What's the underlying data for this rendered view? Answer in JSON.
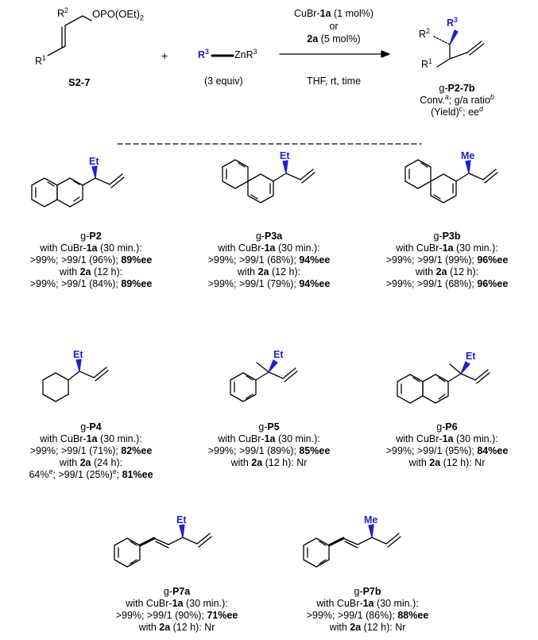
{
  "scheme": {
    "substrate": {
      "r2": "R",
      "r2_sup": "2",
      "group": "OPO(OEt)",
      "group_sub": "2",
      "r1": "R",
      "r1_sup": "1",
      "label": "S2-7"
    },
    "plus": "+",
    "reagent": {
      "r3": "R",
      "r3_sup": "3",
      "zn": "ZnR",
      "zn_sup": "3",
      "equiv": "(3 equiv)"
    },
    "conditions": {
      "cat_a_pre": "CuBr-",
      "cat_a_bold": "1a",
      "cat_a_post": " (1 mol%)",
      "or": "or",
      "cat_b_bold": "2a",
      "cat_b_post": " (5 mol%)",
      "solvent": "THF, rt, time"
    },
    "product": {
      "r2": "R",
      "r2_sup": "2",
      "r3": "R",
      "r3_sup": "3",
      "r1": "R",
      "r1_sup": "1",
      "label_pre": "g-",
      "label_bold": "P2-7b",
      "line2_a": "Conv.",
      "line2_a_sup": "a",
      "line2_b": "; g/a ratio",
      "line2_b_sup": "b",
      "line3_a": "(Yield)",
      "line3_a_sup": "c",
      "line3_b": "; ee",
      "line3_b_sup": "d"
    },
    "colors": {
      "blue": "#1f22c8",
      "black": "#000000"
    }
  },
  "entries": [
    {
      "group_label": "Et",
      "pre": "g-",
      "label": "P2",
      "l1a": "with CuBr-",
      "l1b": "1a",
      "l1c": " (30 min.):",
      "l2a": ">99%; >99/1 (96%); ",
      "l2b": "89%ee",
      "l3a": "with ",
      "l3b": "2a",
      "l3c": " (12 h):",
      "l4a": ">99%; >99/1 (84%); ",
      "l4b": "89%ee"
    },
    {
      "group_label": "Et",
      "pre": "g-",
      "label": "P3a",
      "l1a": "with CuBr-",
      "l1b": "1a",
      "l1c": " (30 min.):",
      "l2a": ">99%; >99/1 (68%); ",
      "l2b": "94%ee",
      "l3a": "with ",
      "l3b": "2a",
      "l3c": " (12 h):",
      "l4a": ">99%; >99/1 (79%); ",
      "l4b": "94%ee"
    },
    {
      "group_label": "Me",
      "pre": "g-",
      "label": "P3b",
      "l1a": "with CuBr-",
      "l1b": "1a",
      "l1c": " (30 min.):",
      "l2a": ">99%; >99/1 (99%); ",
      "l2b": "96%ee",
      "l3a": "with ",
      "l3b": "2a",
      "l3c": " (12 h):",
      "l4a": ">99%; >99/1 (68%); ",
      "l4b": "96%ee"
    },
    {
      "group_label": "Et",
      "pre": "g-",
      "label": "P4",
      "l1a": "with CuBr-",
      "l1b": "1a",
      "l1c": " (30 min.):",
      "l2a": ">99%; >99/1 (71%); ",
      "l2b": "82%ee",
      "l3a": "with ",
      "l3b": "2a",
      "l3c": " (24 h):",
      "l4a": "64%",
      "l4a_sup": "e",
      "l4m": "; >99/1 (25%)",
      "l4m_sup": "e",
      "l4m2": "; ",
      "l4b": "81%ee"
    },
    {
      "group_label": "Et",
      "pre": "g-",
      "label": "P5",
      "l1a": "with CuBr-",
      "l1b": "1a",
      "l1c": " (30 min.):",
      "l2a": ">99%; >99/1 (89%); ",
      "l2b": "85%ee",
      "l3a": "with ",
      "l3b": "2a",
      "l3c": " (12 h): Nr"
    },
    {
      "group_label": "Et",
      "pre": "g-",
      "label": "P6",
      "l1a": "with CuBr-",
      "l1b": "1a",
      "l1c": " (30 min.):",
      "l2a": ">99%; >99/1 (95%); ",
      "l2b": "84%ee",
      "l3a": "with ",
      "l3b": "2a",
      "l3c": " (12 h): Nr"
    },
    {
      "group_label": "Et",
      "pre": "g-",
      "label": "P7a",
      "l1a": "with CuBr-",
      "l1b": "1a",
      "l1c": " (30 min.):",
      "l2a": ">99%; >99/1 (90%); ",
      "l2b": "71%ee",
      "l3a": "with ",
      "l3b": "2a",
      "l3c": " (12 h): Nr"
    },
    {
      "group_label": "Me",
      "pre": "g-",
      "label": "P7b",
      "l1a": "with CuBr-",
      "l1b": "1a",
      "l1c": " (30 min.):",
      "l2a": ">99%; >99/1 (86%); ",
      "l2b": "88%ee",
      "l3a": "with ",
      "l3b": "2a",
      "l3c": " (12 h): Nr"
    }
  ]
}
